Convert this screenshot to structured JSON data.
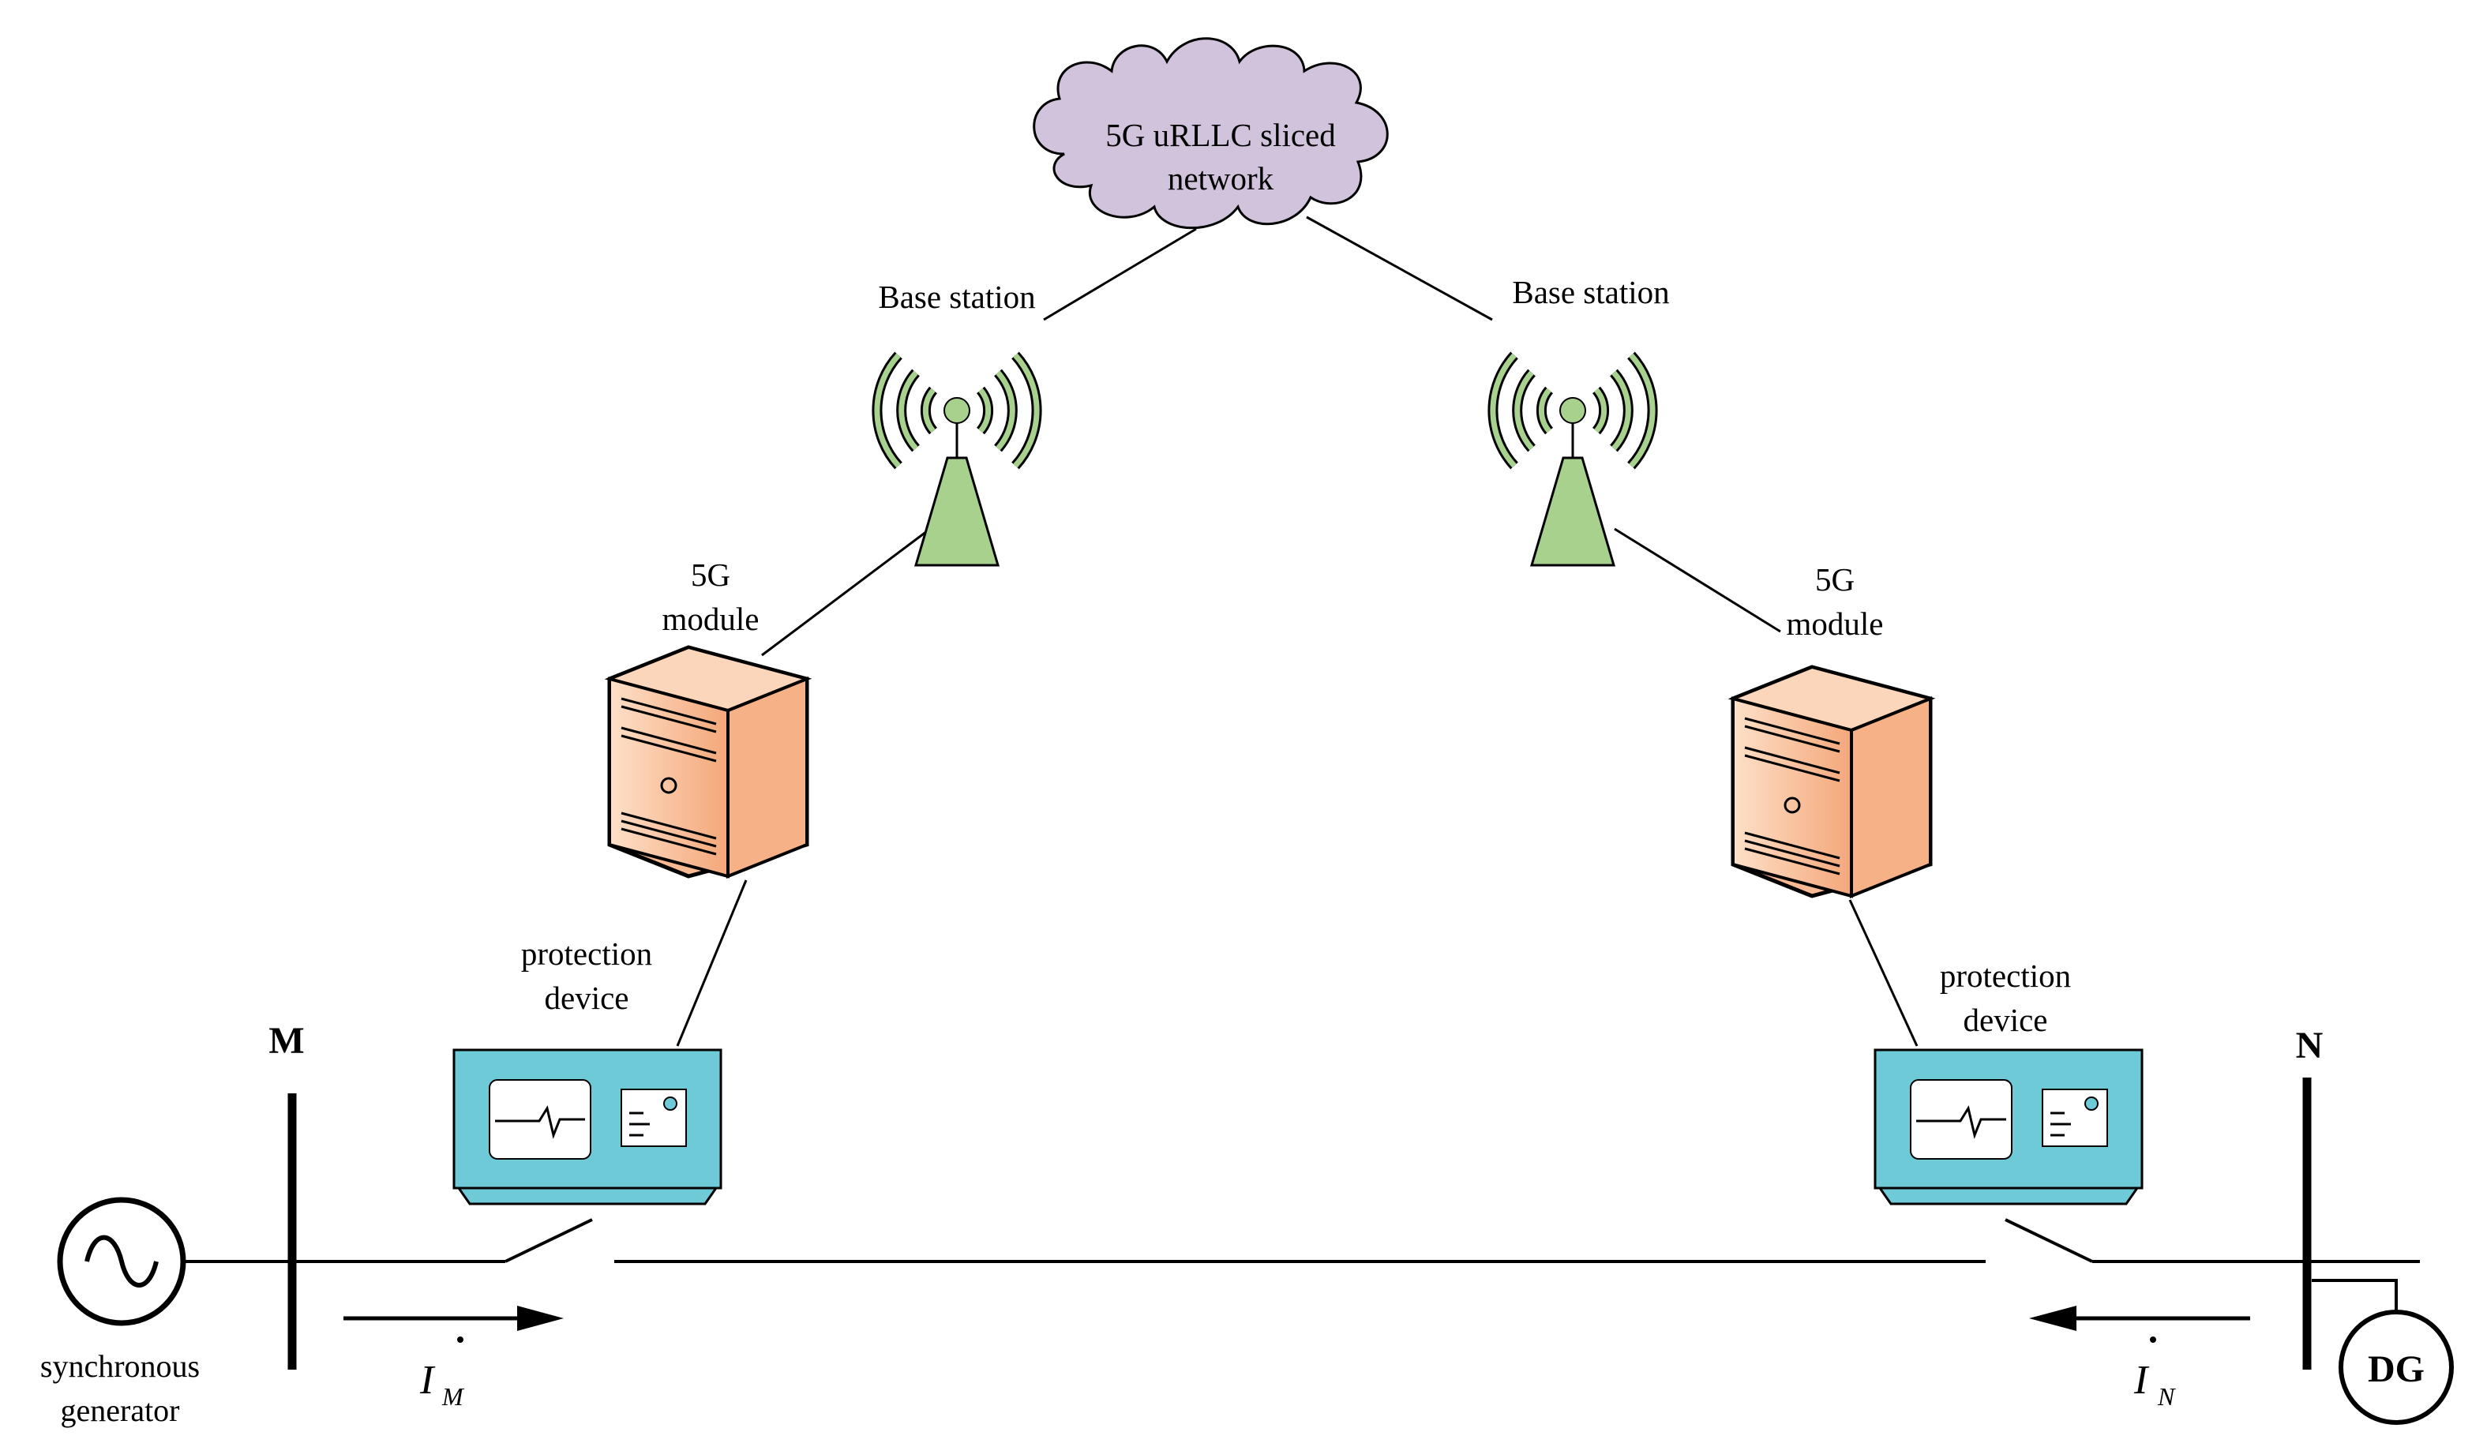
{
  "network": {
    "cloud_line1": "5G uRLLC sliced",
    "cloud_line2": "network",
    "cloud_color": "#d2c3dd"
  },
  "base_station_left": {
    "label": "Base station"
  },
  "base_station_right": {
    "label": "Base station"
  },
  "module_left": {
    "line1": "5G",
    "line2": "module"
  },
  "module_right": {
    "line1": "5G",
    "line2": "module"
  },
  "protection_left": {
    "line1": "protection",
    "line2": "device"
  },
  "protection_right": {
    "line1": "protection",
    "line2": "device"
  },
  "bus_left": {
    "label": "M"
  },
  "bus_right": {
    "label": "N"
  },
  "current_left": {
    "symbol": "I",
    "subscript": "M"
  },
  "current_right": {
    "symbol": "I",
    "subscript": "N"
  },
  "generator": {
    "line1": "synchronous",
    "line2": "generator"
  },
  "dg": {
    "label": "DG"
  },
  "colors": {
    "tower": "#a9d18e",
    "signal_arcs": "#a9d18e",
    "server": "#f8c9a6",
    "protection_device": "#6ecad7"
  },
  "icons": {
    "cloud": "cloud-icon",
    "tower": "antenna-tower-icon",
    "server": "server-icon",
    "protection": "protection-relay-icon",
    "generator": "ac-source-icon"
  }
}
